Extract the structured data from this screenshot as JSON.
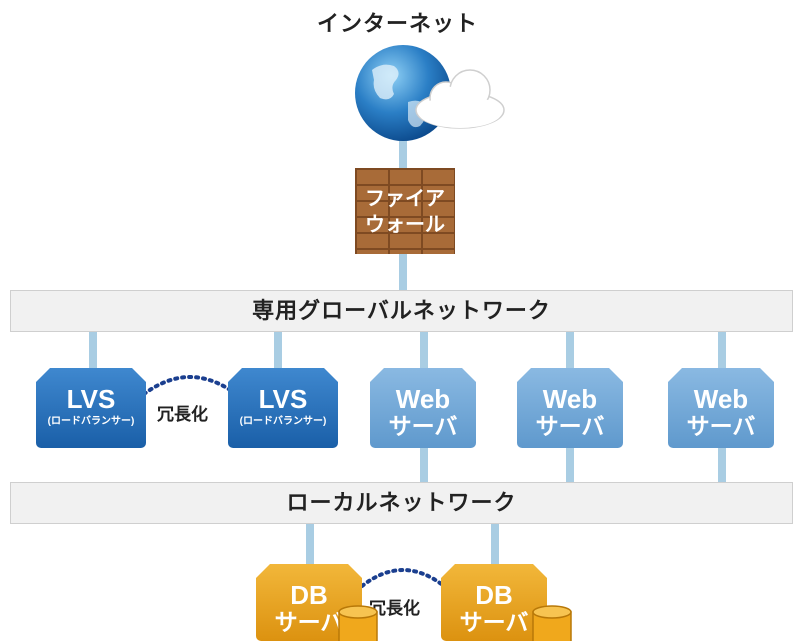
{
  "internet": {
    "label": "インターネット"
  },
  "firewall": {
    "line1": "ファイア",
    "line2": "ウォール"
  },
  "global_network": {
    "label": "専用グローバルネットワーク"
  },
  "local_network": {
    "label": "ローカルネットワーク"
  },
  "lvs": [
    {
      "name": "LVS",
      "sub": "(ロードバランサー)"
    },
    {
      "name": "LVS",
      "sub": "(ロードバランサー)"
    }
  ],
  "redundancy_lvs": "冗長化",
  "web_servers": [
    {
      "line1": "Web",
      "line2": "サーバ"
    },
    {
      "line1": "Web",
      "line2": "サーバ"
    },
    {
      "line1": "Web",
      "line2": "サーバ"
    }
  ],
  "db_servers": [
    {
      "line1": "DB",
      "line2": "サーバ"
    },
    {
      "line1": "DB",
      "line2": "サーバ"
    }
  ],
  "redundancy_db": "冗長化",
  "colors": {
    "connector": "#a9cde3",
    "lvs": "#1a5fa8",
    "web": "#6ea5d6",
    "db": "#e9a21e",
    "firewall": "#a86b38",
    "redundancy_dots": "#1b3f8f"
  },
  "icons": [
    "globe-icon",
    "cloud-icon",
    "brick-wall-icon",
    "database-cylinder-icon"
  ]
}
